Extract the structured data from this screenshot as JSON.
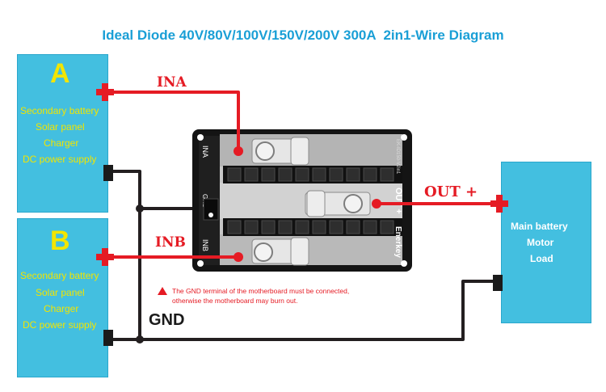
{
  "title": "Ideal Diode 40V/80V/100V/150V/200V 300A  2in1-Wire Diagram",
  "source_a": {
    "letter": "A",
    "lines": [
      "Secondary battery",
      "Solar panel",
      "Charger",
      "DC power supply"
    ]
  },
  "source_b": {
    "letter": "B",
    "lines": [
      "Secondary battery",
      "Solar panel",
      "Charger",
      "DC power supply"
    ]
  },
  "load": {
    "lines": [
      "Main battery",
      "Motor",
      "Load"
    ]
  },
  "wires": {
    "ina": "INA",
    "inb": "INB",
    "out": "OUT +",
    "gnd": "GND"
  },
  "warning": {
    "line1": "The GND terminal of the motherboard must be connected,",
    "line2": "otherwise the motherboard may burn out."
  },
  "board": {
    "label_ina": "INA",
    "label_inb": "INB",
    "label_gnd": "GND",
    "label_out": "OUT +",
    "brand": "Enerkey",
    "model": "EK-ID150-V2in1"
  },
  "colors": {
    "box_fill": "#43bfe0",
    "box_text": "#f2e500",
    "wire_red": "#e51b24",
    "wire_black": "#231f20",
    "title": "#1a9fd6"
  }
}
